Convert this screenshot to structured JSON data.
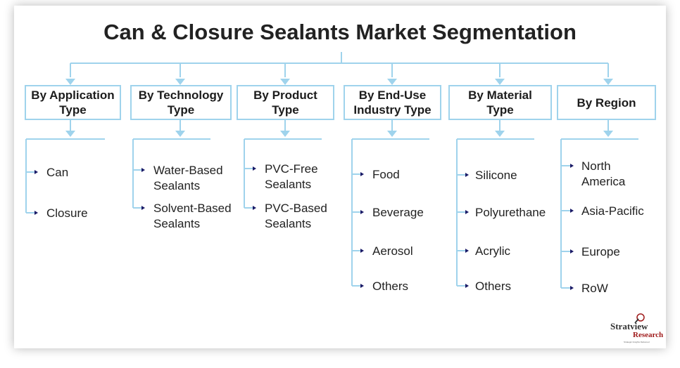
{
  "title": "Can & Closure Sealants Market Segmentation",
  "segments": [
    {
      "heading": [
        "By Application",
        "Type"
      ],
      "items": [
        [
          "Can"
        ],
        [
          "Closure"
        ]
      ]
    },
    {
      "heading": [
        "By Technology",
        "Type"
      ],
      "items": [
        [
          "Water-Based",
          "Sealants"
        ],
        [
          "Solvent-Based",
          "Sealants"
        ]
      ]
    },
    {
      "heading": [
        "By Product",
        "Type"
      ],
      "items": [
        [
          "PVC-Free",
          "Sealants"
        ],
        [
          "PVC-Based",
          "Sealants"
        ]
      ]
    },
    {
      "heading": [
        "By End-Use",
        "Industry Type"
      ],
      "items": [
        [
          "Food"
        ],
        [
          "Beverage"
        ],
        [
          "Aerosol"
        ],
        [
          "Others"
        ]
      ]
    },
    {
      "heading": [
        "By Material",
        "Type"
      ],
      "items": [
        [
          "Silicone"
        ],
        [
          "Polyurethane"
        ],
        [
          "Acrylic"
        ],
        [
          "Others"
        ]
      ]
    },
    {
      "heading": [
        "By Region"
      ],
      "items": [
        [
          "North",
          "America"
        ],
        [
          "Asia-Pacific"
        ],
        [
          "Europe"
        ],
        [
          "RoW"
        ]
      ]
    }
  ],
  "logo": {
    "line1": "Stratview",
    "line2": "Research",
    "tagline": "Strategic Insights Delivered"
  },
  "colors": {
    "connector": "#9fd3ec",
    "bullet": "#1a1a66",
    "text": "#222222"
  }
}
